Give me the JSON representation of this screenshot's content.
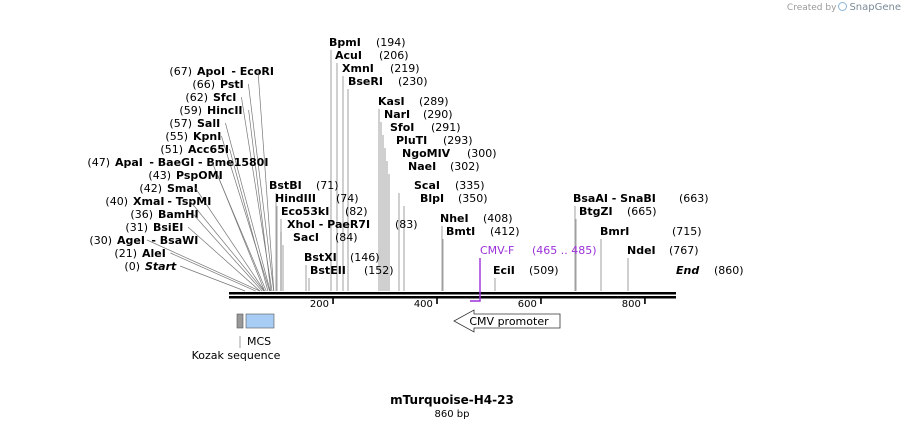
{
  "credit": {
    "prefix": "Created by",
    "brand": "SnapGene"
  },
  "map": {
    "title": "mTurquoise-H4-23",
    "length_label": "860 bp",
    "total_bp": 860,
    "left_sites": [
      {
        "pos": "(67)",
        "name": "ApoI",
        "extra": "- EcoRI",
        "bp": 67
      },
      {
        "pos": "(66)",
        "name": "PstI",
        "extra": "",
        "bp": 66
      },
      {
        "pos": "(62)",
        "name": "SfcI",
        "extra": "",
        "bp": 62
      },
      {
        "pos": "(59)",
        "name": "HincII",
        "extra": "",
        "bp": 59
      },
      {
        "pos": "(57)",
        "name": "SalI",
        "extra": "",
        "bp": 57
      },
      {
        "pos": "(55)",
        "name": "KpnI",
        "extra": "",
        "bp": 55
      },
      {
        "pos": "(51)",
        "name": "Acc65I",
        "extra": "",
        "bp": 51
      },
      {
        "pos": "(47)",
        "name": "ApaI",
        "extra": "- BaeGI - Bme1580I",
        "bp": 47
      },
      {
        "pos": "(43)",
        "name": "PspOMI",
        "extra": "",
        "bp": 43
      },
      {
        "pos": "(42)",
        "name": "SmaI",
        "extra": "",
        "bp": 42
      },
      {
        "pos": "(40)",
        "name": "XmaI",
        "extra": "- TspMI",
        "bp": 40
      },
      {
        "pos": "(36)",
        "name": "BamHI",
        "extra": "",
        "bp": 36
      },
      {
        "pos": "(31)",
        "name": "BsiEI",
        "extra": "",
        "bp": 31
      },
      {
        "pos": "(30)",
        "name": "AgeI",
        "extra": "- BsaWI",
        "bp": 30
      },
      {
        "pos": "(21)",
        "name": "AleI",
        "extra": "",
        "bp": 21
      },
      {
        "pos": "(0)",
        "name": "Start",
        "extra": "",
        "bp": 0,
        "italic": true
      }
    ],
    "right_sites": [
      {
        "name": "BpmI",
        "pos": "(194)",
        "bp": 194
      },
      {
        "name": "AcuI",
        "pos": "(206)",
        "bp": 206
      },
      {
        "name": "XmnI",
        "pos": "(219)",
        "bp": 219
      },
      {
        "name": "BseRI",
        "pos": "(230)",
        "bp": 230
      },
      {
        "name": "KasI",
        "pos": "(289)",
        "bp": 289
      },
      {
        "name": "NarI",
        "pos": "(290)",
        "bp": 290
      },
      {
        "name": "SfoI",
        "pos": "(291)",
        "bp": 291
      },
      {
        "name": "PluTI",
        "pos": "(293)",
        "bp": 293
      },
      {
        "name": "NgoMIV",
        "pos": "(300)",
        "bp": 300
      },
      {
        "name": "NaeI",
        "pos": "(302)",
        "bp": 302
      },
      {
        "name": "ScaI",
        "pos": "(335)",
        "bp": 335
      },
      {
        "name": "BlpI",
        "pos": "(350)",
        "bp": 350
      },
      {
        "name": "BstBI",
        "pos": "(71)",
        "bp": 71
      },
      {
        "name": "HindIII",
        "pos": "(74)",
        "bp": 74
      },
      {
        "name": "Eco53kI",
        "pos": "(82)",
        "bp": 82
      },
      {
        "name": "XhoI - PaeR7I",
        "pos": "(83)",
        "bp": 83
      },
      {
        "name": "SacI",
        "pos": "(84)",
        "bp": 84
      },
      {
        "name": "BstXI",
        "pos": "(146)",
        "bp": 146
      },
      {
        "name": "BstEII",
        "pos": "(152)",
        "bp": 152
      },
      {
        "name": "NheI",
        "pos": "(408)",
        "bp": 408
      },
      {
        "name": "BmtI",
        "pos": "(412)",
        "bp": 412
      },
      {
        "name": "EciI",
        "pos": "(509)",
        "bp": 509
      },
      {
        "name": "BsaAI - SnaBI",
        "pos": "(663)",
        "bp": 663
      },
      {
        "name": "BtgZI",
        "pos": "(665)",
        "bp": 665
      },
      {
        "name": "BmrI",
        "pos": "(715)",
        "bp": 715
      },
      {
        "name": "NdeI",
        "pos": "(767)",
        "bp": 767
      },
      {
        "name": "End",
        "pos": "(860)",
        "bp": 860,
        "italic": true
      }
    ],
    "primer": {
      "name": "CMV-F",
      "range": "(465 .. 485)",
      "color": "#9b30d9"
    },
    "ticks": [
      "200",
      "400",
      "600",
      "800"
    ],
    "features": {
      "promoter": "CMV promoter",
      "mcs": "MCS",
      "kozak": "Kozak sequence",
      "mcs_color": "#a8cdf5",
      "kozak_color": "#999999"
    }
  }
}
